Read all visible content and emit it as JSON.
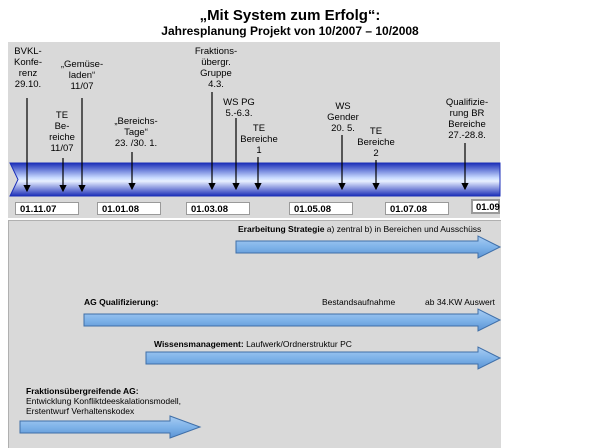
{
  "title": "„Mit System zum Erfolg“:",
  "subtitle": "Jahresplanung Projekt von 10/2007 – 10/2008",
  "events": [
    {
      "id": "bvkl",
      "text": "BVKL-\nKonfe-\nrenz\n29.10."
    },
    {
      "id": "te-bereiche-11",
      "text": "TE\nBe-\nreiche\n11/07"
    },
    {
      "id": "gemueseladen",
      "text": "„Gemüse-\nladen“\n11/07"
    },
    {
      "id": "bereichstage",
      "text": "„Bereichs-\nTage“\n23. /30. 1."
    },
    {
      "id": "fraktion",
      "text": "Fraktions-\nübergr.\nGruppe\n4.3."
    },
    {
      "id": "ws-pg",
      "text": "WS PG\n5.-6.3."
    },
    {
      "id": "te-bereiche-1",
      "text": "TE\nBereiche\n1"
    },
    {
      "id": "ws-gender",
      "text": "WS\nGender\n20. 5."
    },
    {
      "id": "te-bereiche-2",
      "text": "TE\nBereiche\n2"
    },
    {
      "id": "qualifizierung",
      "text": "Qualifizie-\nrung BR\nBereiche\n27.-28.8."
    }
  ],
  "dates": [
    "01.11.07",
    "01.01.08",
    "01.03.08",
    "01.05.08",
    "01.07.08",
    "01.09"
  ],
  "tracks": {
    "strategie": {
      "bold": "Erarbeitung Strategie",
      "rest": " a) zentral b) in Bereichen und Ausschüss"
    },
    "ag_quali": {
      "bold": "AG Qualifizierung:",
      "mid": "Bestandsaufnahme",
      "right": "ab 34.KW Auswert"
    },
    "wissen": {
      "bold": "Wissensmanagement:",
      "rest": "Laufwerk/Ordnerstruktur PC"
    },
    "fraktion_ag": {
      "bold": "Fraktionsübergreifende AG:",
      "line2": "Entwicklung Konfliktdeeskalationsmodell,",
      "line3": "Erstentwurf Verhaltenskodex"
    }
  },
  "colors": {
    "bar_dark": "#1c2fb8",
    "bar_light": "#e8f0ff",
    "arrow_fill": "#7fb3e9",
    "arrow_stroke": "#3f6fa8",
    "panel": "#d9d9d9"
  }
}
